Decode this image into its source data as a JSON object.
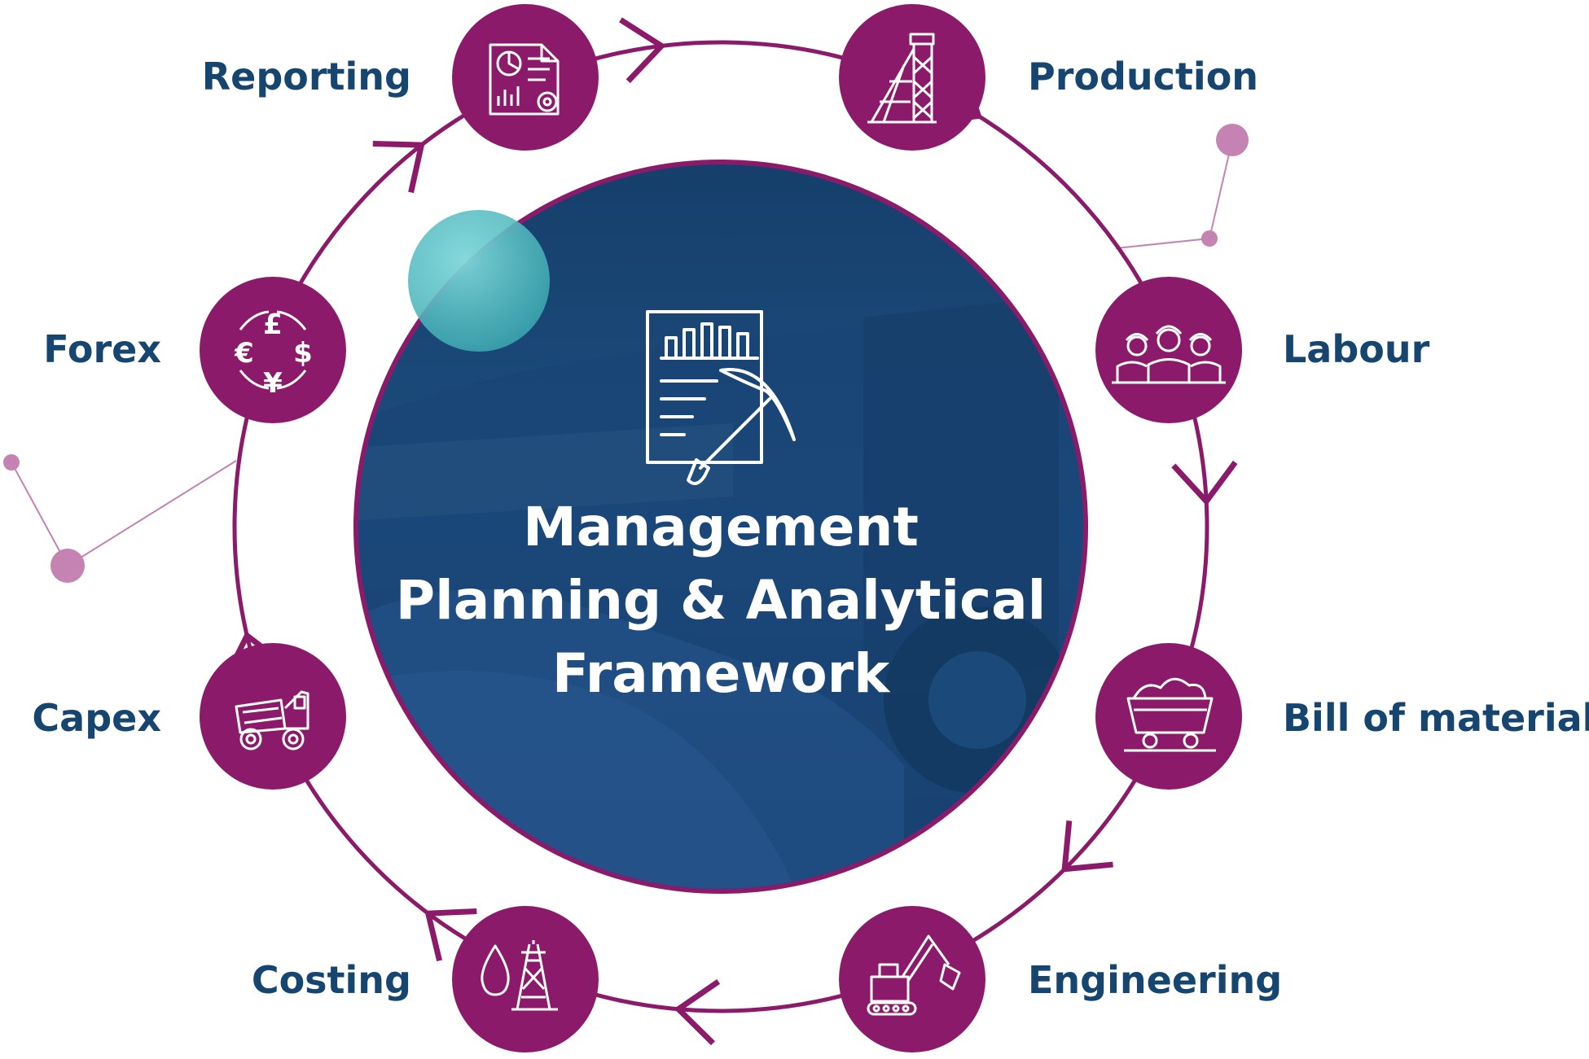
{
  "center": {
    "title_lines": [
      "Management",
      "Planning & Analytical",
      "Framework"
    ],
    "icon": "report-pickaxe-icon"
  },
  "colors": {
    "ring": "#8c1a6a",
    "node": "#8c1a6a",
    "label": "#16466f",
    "center_fill": "#1b4b7a",
    "accent_dot": "#c483b2",
    "teal_bubble": "#5bc4c8"
  },
  "nodes": [
    {
      "id": "reporting",
      "label": "Reporting",
      "icon": "report-chart-icon"
    },
    {
      "id": "production",
      "label": "Production",
      "icon": "headframe-tower-icon"
    },
    {
      "id": "labour",
      "label": "Labour",
      "icon": "workers-icon"
    },
    {
      "id": "bill-of-material",
      "label": "Bill of material",
      "icon": "mine-cart-icon"
    },
    {
      "id": "engineering",
      "label": "Engineering",
      "icon": "excavator-icon"
    },
    {
      "id": "costing",
      "label": "Costing",
      "icon": "oil-drop-pylon-icon"
    },
    {
      "id": "capex",
      "label": "Capex",
      "icon": "dump-truck-icon"
    },
    {
      "id": "forex",
      "label": "Forex",
      "icon": "currency-exchange-icon"
    }
  ]
}
